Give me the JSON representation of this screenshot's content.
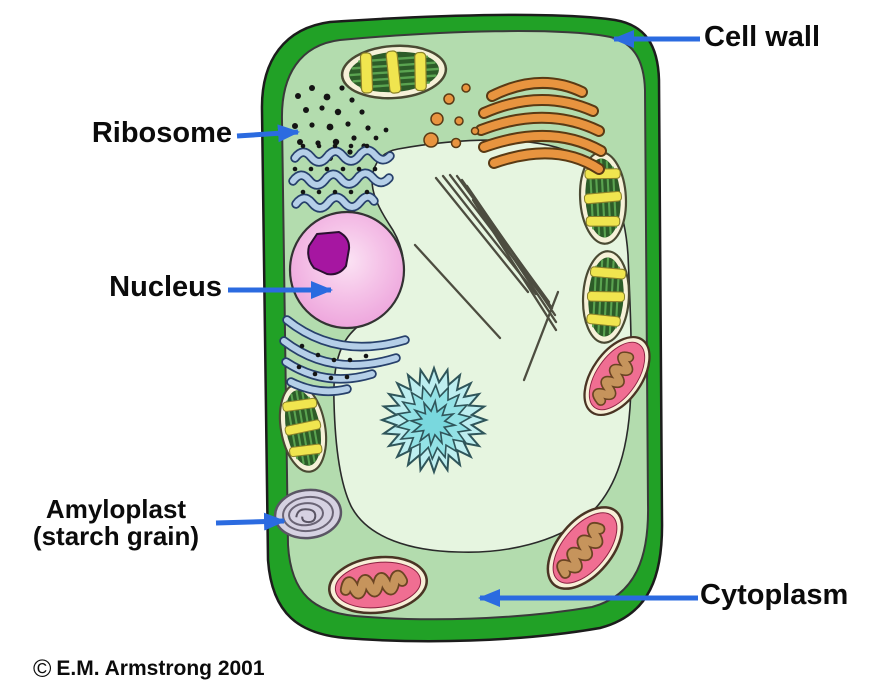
{
  "labels": {
    "cell_wall": "Cell wall",
    "ribosome": "Ribosome",
    "nucleus": "Nucleus",
    "amyloplast": "Amyloplast",
    "amyloplast_sub": "(starch grain)",
    "cytoplasm": "Cytoplasm"
  },
  "copyright": {
    "symbol": "©",
    "text": "E.M. Armstrong 2001"
  },
  "colors": {
    "arrow_blue": "#2b6be0",
    "label_text": "#0b0b0b",
    "cell_wall_green": "#21a126",
    "cytoplasm_green": "#b3dcae",
    "vacuole_green": "#e6f5e0",
    "nucleus_pink": "#f2b8e2",
    "nucleolus_magenta": "#a616a1",
    "golgi_orange": "#e8943f",
    "chloroplast_dark_green": "#2d5c28",
    "chloroplast_yellow": "#f0e54f",
    "mitochondrion_pink": "#f06e92",
    "mitochondrion_cristae_tan": "#c6945c",
    "er_blue": "#b5cfe8",
    "druse_cyan": "#8ee0e4",
    "amyloplast_lavender": "#d6d2e2"
  },
  "depicted_structures": [
    "cell wall",
    "cell membrane",
    "cytoplasm",
    "central vacuole",
    "nucleus",
    "nucleolus",
    "rough endoplasmic reticulum",
    "ribosomes",
    "Golgi apparatus",
    "chloroplasts",
    "mitochondria",
    "amyloplast (starch grain)",
    "druse crystal",
    "raphide needle crystals"
  ]
}
